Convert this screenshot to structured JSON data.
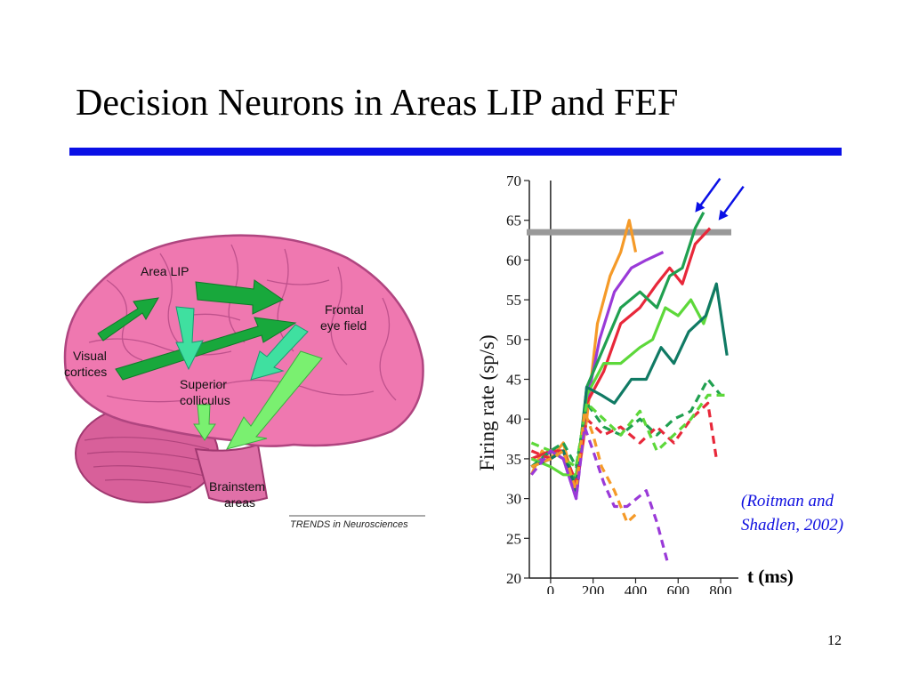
{
  "slide": {
    "title": "Decision Neurons in Areas LIP and FEF",
    "page_number": "12",
    "citation_line1": "(Roitman and",
    "citation_line2": "Shadlen, 2002)",
    "accent_color": "#0a10e6"
  },
  "brain_figure": {
    "labels": {
      "area_lip": "Area LIP",
      "frontal_1": "Frontal",
      "frontal_2": "eye field",
      "visual_1": "Visual",
      "visual_2": "cortices",
      "superior_1": "Superior",
      "superior_2": "colliculus",
      "brainstem_1": "Brainstem",
      "brainstem_2": "areas"
    },
    "credit": "TRENDS in Neurosciences",
    "colors": {
      "brain": "#ef78b0",
      "cerebellum": "#d8609a",
      "arrow_dark": "#18a83c",
      "arrow_teal": "#3fe0a0",
      "arrow_light": "#7af070"
    }
  },
  "chart_data": {
    "type": "line",
    "ylabel": "Firing rate (sp/s)",
    "xlabel": "t (ms)",
    "xlim": [
      -100,
      850
    ],
    "ylim": [
      20,
      70
    ],
    "x_ticks": [
      "0",
      "200",
      "400",
      "600",
      "800"
    ],
    "y_ticks": [
      "20",
      "25",
      "30",
      "35",
      "40",
      "45",
      "50",
      "55",
      "60",
      "65",
      "70"
    ],
    "threshold": {
      "y": 63.5,
      "color": "#999999"
    },
    "series": [
      {
        "color": "#f59a28",
        "dash": false,
        "points": [
          [
            -90,
            33
          ],
          [
            -40,
            36
          ],
          [
            0,
            35
          ],
          [
            60,
            37
          ],
          [
            120,
            31
          ],
          [
            170,
            40
          ],
          [
            220,
            52
          ],
          [
            280,
            58
          ],
          [
            330,
            61
          ],
          [
            370,
            65
          ],
          [
            400,
            61
          ]
        ]
      },
      {
        "color": "#9a3ad8",
        "dash": false,
        "points": [
          [
            -90,
            34
          ],
          [
            -40,
            35
          ],
          [
            0,
            36
          ],
          [
            60,
            35
          ],
          [
            120,
            30
          ],
          [
            170,
            42
          ],
          [
            230,
            50
          ],
          [
            300,
            56
          ],
          [
            380,
            59
          ],
          [
            450,
            60
          ],
          [
            530,
            61
          ]
        ]
      },
      {
        "color": "#e8283a",
        "dash": false,
        "points": [
          [
            -90,
            35
          ],
          [
            0,
            36
          ],
          [
            60,
            36
          ],
          [
            120,
            31
          ],
          [
            170,
            42
          ],
          [
            250,
            46
          ],
          [
            330,
            52
          ],
          [
            420,
            54
          ],
          [
            500,
            57
          ],
          [
            560,
            59
          ],
          [
            620,
            57
          ],
          [
            680,
            62
          ],
          [
            750,
            64
          ]
        ]
      },
      {
        "color": "#20a050",
        "dash": false,
        "points": [
          [
            -90,
            34
          ],
          [
            0,
            35
          ],
          [
            60,
            36
          ],
          [
            120,
            32
          ],
          [
            170,
            44
          ],
          [
            250,
            49
          ],
          [
            330,
            54
          ],
          [
            420,
            56
          ],
          [
            500,
            54
          ],
          [
            560,
            58
          ],
          [
            620,
            59
          ],
          [
            680,
            64
          ],
          [
            720,
            66
          ]
        ]
      },
      {
        "color": "#5dd83a",
        "dash": false,
        "points": [
          [
            -90,
            35
          ],
          [
            0,
            34
          ],
          [
            60,
            33
          ],
          [
            120,
            33
          ],
          [
            170,
            43
          ],
          [
            250,
            47
          ],
          [
            330,
            47
          ],
          [
            420,
            49
          ],
          [
            480,
            50
          ],
          [
            540,
            54
          ],
          [
            600,
            53
          ],
          [
            660,
            55
          ],
          [
            720,
            52
          ],
          [
            780,
            57
          ]
        ]
      },
      {
        "color": "#107a64",
        "dash": false,
        "points": [
          [
            -90,
            34
          ],
          [
            0,
            35
          ],
          [
            60,
            36
          ],
          [
            120,
            31
          ],
          [
            170,
            44
          ],
          [
            240,
            43
          ],
          [
            300,
            42
          ],
          [
            380,
            45
          ],
          [
            450,
            45
          ],
          [
            520,
            49
          ],
          [
            580,
            47
          ],
          [
            650,
            51
          ],
          [
            730,
            53
          ],
          [
            780,
            57
          ],
          [
            830,
            48
          ]
        ]
      },
      {
        "color": "#20a050",
        "dash": true,
        "points": [
          [
            -90,
            34
          ],
          [
            0,
            36
          ],
          [
            60,
            37
          ],
          [
            120,
            34
          ],
          [
            170,
            42
          ],
          [
            250,
            39
          ],
          [
            330,
            38
          ],
          [
            420,
            40
          ],
          [
            500,
            38
          ],
          [
            580,
            40
          ],
          [
            660,
            41
          ],
          [
            740,
            45
          ],
          [
            800,
            43
          ]
        ]
      },
      {
        "color": "#e8283a",
        "dash": true,
        "points": [
          [
            -90,
            36
          ],
          [
            0,
            35
          ],
          [
            60,
            36
          ],
          [
            120,
            32
          ],
          [
            170,
            40
          ],
          [
            250,
            38
          ],
          [
            330,
            39
          ],
          [
            420,
            37
          ],
          [
            500,
            39
          ],
          [
            580,
            37
          ],
          [
            660,
            40
          ],
          [
            740,
            42
          ],
          [
            780,
            35
          ]
        ]
      },
      {
        "color": "#5dd83a",
        "dash": true,
        "points": [
          [
            -90,
            37
          ],
          [
            0,
            36
          ],
          [
            60,
            35
          ],
          [
            120,
            34
          ],
          [
            170,
            42
          ],
          [
            250,
            40
          ],
          [
            330,
            38
          ],
          [
            420,
            41
          ],
          [
            500,
            36
          ],
          [
            580,
            38
          ],
          [
            660,
            40
          ],
          [
            740,
            43
          ],
          [
            820,
            43
          ]
        ]
      },
      {
        "color": "#f59a28",
        "dash": true,
        "points": [
          [
            -90,
            34
          ],
          [
            0,
            35
          ],
          [
            60,
            36
          ],
          [
            120,
            31
          ],
          [
            160,
            41
          ],
          [
            200,
            38
          ],
          [
            240,
            34
          ],
          [
            300,
            31
          ],
          [
            360,
            27
          ],
          [
            400,
            28
          ]
        ]
      },
      {
        "color": "#9a3ad8",
        "dash": true,
        "points": [
          [
            -90,
            33
          ],
          [
            0,
            36
          ],
          [
            60,
            35
          ],
          [
            120,
            30
          ],
          [
            160,
            39
          ],
          [
            200,
            36
          ],
          [
            250,
            32
          ],
          [
            300,
            29
          ],
          [
            360,
            29
          ],
          [
            450,
            31
          ],
          [
            500,
            27
          ],
          [
            550,
            22
          ]
        ]
      }
    ],
    "annotation_arrows": [
      {
        "tip": [
          680,
          66
        ],
        "color": "#0a10e6"
      },
      {
        "tip": [
          790,
          65
        ],
        "color": "#0a10e6"
      }
    ]
  }
}
